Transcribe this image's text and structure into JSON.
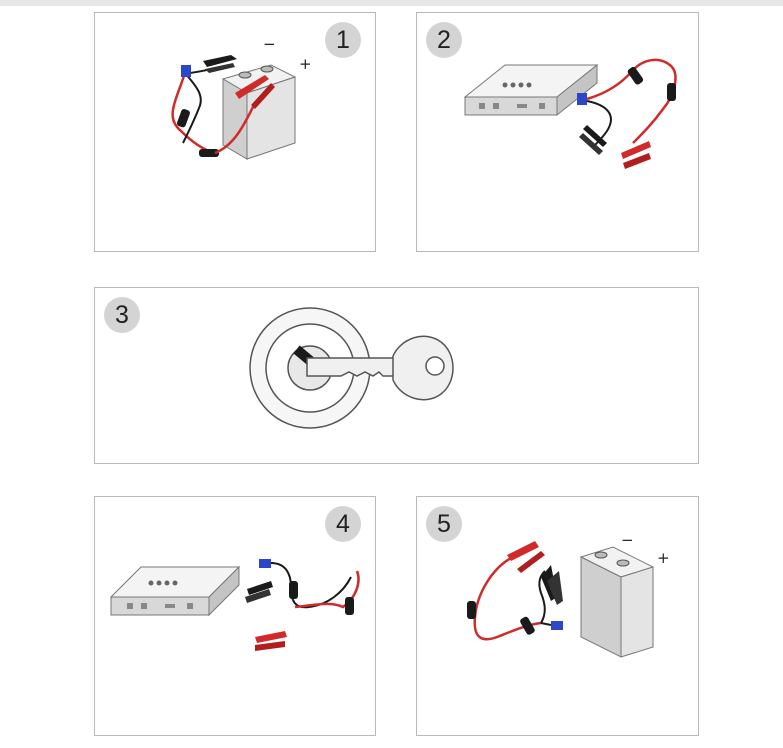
{
  "steps": [
    {
      "number": "1"
    },
    {
      "number": "2"
    },
    {
      "number": "3"
    },
    {
      "number": "4"
    },
    {
      "number": "5"
    }
  ],
  "battery_terminals": {
    "negative": "−",
    "positive": "+"
  },
  "colors": {
    "panel_border": "#b9b9b9",
    "badge_fill": "#d4d4d4",
    "red_cable": "#d12a2a",
    "black_cable": "#1a1a1a",
    "connector_blue": "#2b47c9"
  },
  "icons": [
    "battery-icon",
    "jump-starter-icon",
    "jumper-cable-icon",
    "ignition-key-icon",
    "red-clamp-icon",
    "black-clamp-icon"
  ]
}
